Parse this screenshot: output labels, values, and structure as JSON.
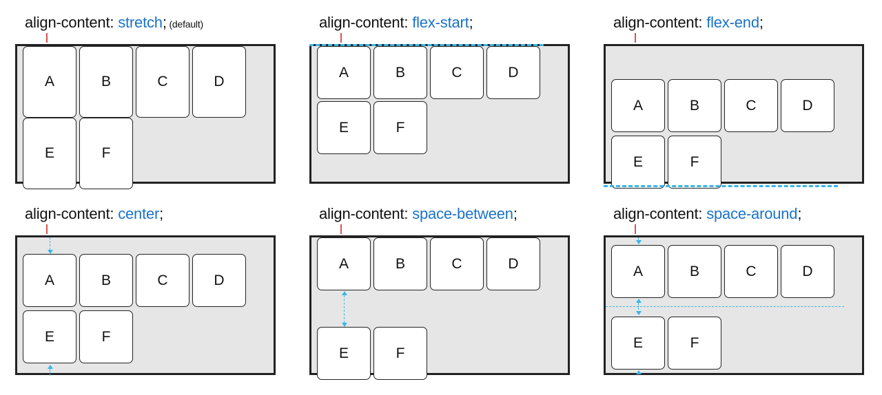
{
  "property_label": "align-content: ",
  "semicolon": ";",
  "panels": [
    {
      "value": "stretch",
      "note": " (default)"
    },
    {
      "value": "flex-start",
      "note": ""
    },
    {
      "value": "flex-end",
      "note": ""
    },
    {
      "value": "center",
      "note": ""
    },
    {
      "value": "space-between",
      "note": ""
    },
    {
      "value": "space-around",
      "note": ""
    }
  ],
  "items": [
    "A",
    "B",
    "C",
    "D",
    "E",
    "F"
  ],
  "colors": {
    "value_text": "#1a73c9",
    "guide": "#38b6e6",
    "container_fill": "#e6e6e7",
    "border": "#222222",
    "tick": "#d9534f"
  }
}
